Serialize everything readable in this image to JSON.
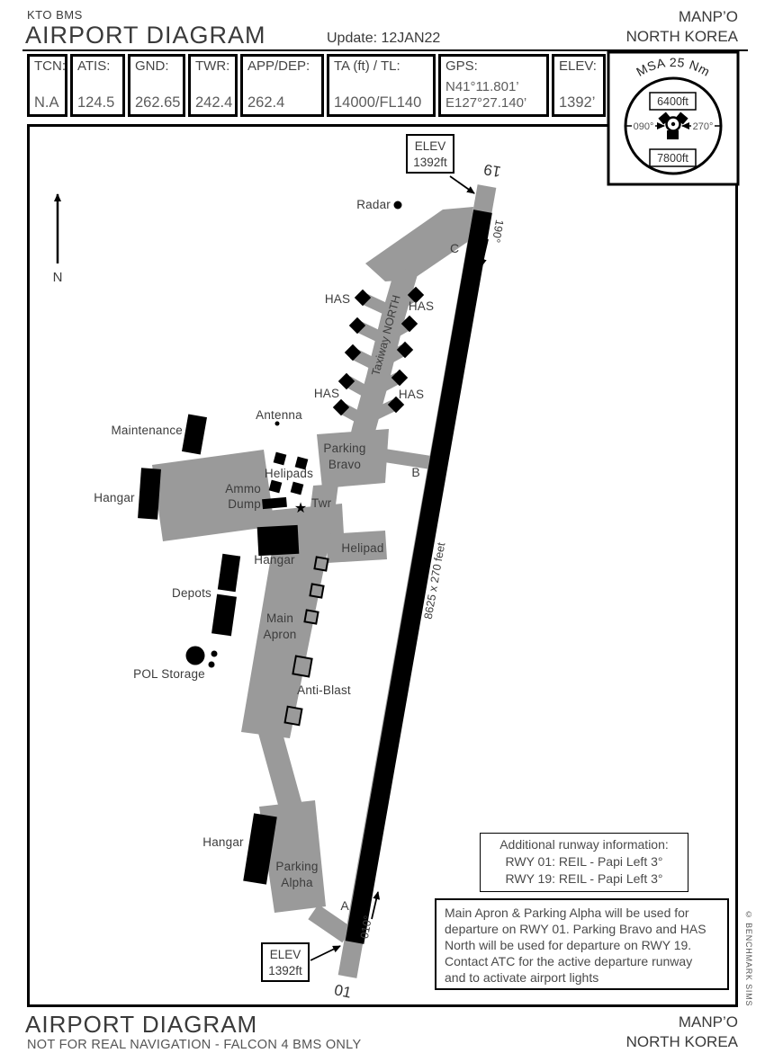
{
  "header": {
    "code": "KTO BMS",
    "title": "AIRPORT DIAGRAM",
    "update": "Update: 12JAN22",
    "region_line1": "MANP’O",
    "region_line2": "NORTH KOREA"
  },
  "info_table": {
    "tcn_label": "TCN:",
    "tcn_value": "N.A",
    "atis_label": "ATIS:",
    "atis_value": "124.5",
    "gnd_label": "GND:",
    "gnd_value": "262.65",
    "twr_label": "TWR:",
    "twr_value": "242.4",
    "appdep_label": "APP/DEP:",
    "appdep_value": "262.4",
    "ta_label": "TA (ft) / TL:",
    "ta_value": "14000/FL140",
    "gps_label": "GPS:",
    "gps_lat": "N41°11.801’",
    "gps_lon": "E127°27.140’",
    "elev_label": "ELEV:",
    "elev_value": "1392’"
  },
  "msa": {
    "title": "MSA 25 Nm",
    "alt_north": "6400ft",
    "alt_south": "7800ft",
    "bearing_left": "090°",
    "bearing_right": "270°"
  },
  "map": {
    "north_label": "N",
    "elev_top": {
      "l1": "ELEV",
      "l2": "1392ft"
    },
    "elev_bottom": {
      "l1": "ELEV",
      "l2": "1392ft"
    },
    "rwy_end_north": "19",
    "rwy_end_south": "01",
    "hdg_north": "190°",
    "hdg_south": "010°",
    "rwy_dim": "8625 x 270 feet",
    "radar": "Radar",
    "twy_c": "C",
    "twy_b": "B",
    "twy_a": "A",
    "twy_north": "Taxiway NORTH",
    "has": "HAS",
    "antenna": "Antenna",
    "parking_bravo": {
      "l1": "Parking",
      "l2": "Bravo"
    },
    "maintenance": "Maintenance",
    "hangar_west": "Hangar",
    "ammo_dump": {
      "l1": "Ammo",
      "l2": "Dump"
    },
    "helipads": "Helipads",
    "twr": "Twr",
    "twr_star": "★",
    "hangar_mid": "Hangar",
    "helipad": "Helipad",
    "depots": "Depots",
    "main_apron": {
      "l1": "Main",
      "l2": "Apron"
    },
    "pol_storage": "POL Storage",
    "anti_blast": "Anti-Blast",
    "hangar_south": "Hangar",
    "parking_alpha": {
      "l1": "Parking",
      "l2": "Alpha"
    }
  },
  "notes": {
    "runway_info": {
      "title": "Additional runway information:",
      "lines": [
        "RWY 01: REIL - Papi Left 3°",
        "RWY 19: REIL - Papi Left 3°"
      ]
    },
    "departure": {
      "lines": [
        "Main Apron & Parking Alpha will be used for",
        "departure on RWY 01. Parking Bravo and HAS",
        "North will be used for departure on RWY 19.",
        "Contact ATC for the active departure runway",
        "and to activate airport lights"
      ]
    }
  },
  "footer": {
    "title": "AIRPORT DIAGRAM",
    "disclaimer": "NOT FOR REAL NAVIGATION - FALCON 4 BMS ONLY",
    "region_line1": "MANP’O",
    "region_line2": "NORTH KOREA"
  },
  "copyright": "© BENCHMARK SIMS",
  "colors": {
    "taxiway_gray": "#9a9a9a",
    "runway_black": "#000000",
    "text_dark": "#3c3c3c"
  }
}
